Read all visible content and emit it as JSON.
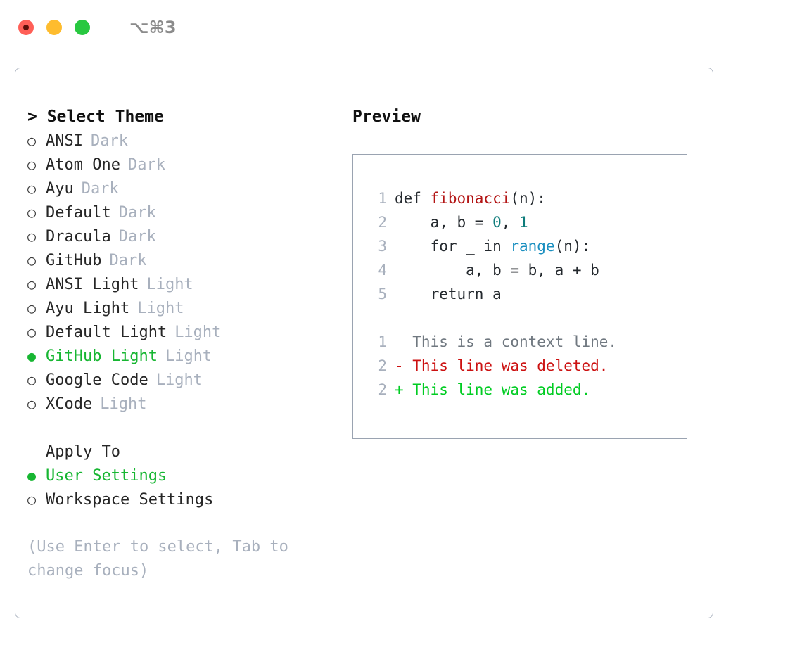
{
  "titlebar": {
    "shortcut": "⌥⌘3",
    "buttons": [
      {
        "name": "close",
        "color": "#ff5f57"
      },
      {
        "name": "minimize",
        "color": "#febc2e"
      },
      {
        "name": "zoom",
        "color": "#28c840"
      }
    ]
  },
  "theme_picker": {
    "header": "> Select Theme",
    "marker_off": "○",
    "marker_on": "●",
    "items": [
      {
        "label": "ANSI",
        "category": "Dark",
        "selected": false
      },
      {
        "label": "Atom One",
        "category": "Dark",
        "selected": false
      },
      {
        "label": "Ayu",
        "category": "Dark",
        "selected": false
      },
      {
        "label": "Default",
        "category": "Dark",
        "selected": false
      },
      {
        "label": "Dracula",
        "category": "Dark",
        "selected": false
      },
      {
        "label": "GitHub",
        "category": "Dark",
        "selected": false
      },
      {
        "label": "ANSI Light",
        "category": "Light",
        "selected": false
      },
      {
        "label": "Ayu Light",
        "category": "Light",
        "selected": false
      },
      {
        "label": "Default Light",
        "category": "Light",
        "selected": false
      },
      {
        "label": "GitHub Light",
        "category": "Light",
        "selected": true
      },
      {
        "label": "Google Code",
        "category": "Light",
        "selected": false
      },
      {
        "label": "XCode",
        "category": "Light",
        "selected": false
      }
    ]
  },
  "apply_to": {
    "header": "Apply To",
    "items": [
      {
        "label": "User Settings",
        "selected": true
      },
      {
        "label": "Workspace Settings",
        "selected": false
      }
    ]
  },
  "hint": "(Use Enter to select, Tab to change focus)",
  "preview": {
    "title": "Preview",
    "code_lines": [
      {
        "no": "1",
        "segments": [
          {
            "t": "def ",
            "c": "plain"
          },
          {
            "t": "fibonacci",
            "c": "fn"
          },
          {
            "t": "(n):",
            "c": "plain"
          }
        ]
      },
      {
        "no": "2",
        "segments": [
          {
            "t": "    a, b = ",
            "c": "plain"
          },
          {
            "t": "0",
            "c": "num"
          },
          {
            "t": ", ",
            "c": "plain"
          },
          {
            "t": "1",
            "c": "num"
          }
        ]
      },
      {
        "no": "3",
        "segments": [
          {
            "t": "    for _ in ",
            "c": "plain"
          },
          {
            "t": "range",
            "c": "bi"
          },
          {
            "t": "(n):",
            "c": "plain"
          }
        ]
      },
      {
        "no": "4",
        "segments": [
          {
            "t": "        a, b = b, a + b",
            "c": "plain"
          }
        ]
      },
      {
        "no": "5",
        "segments": [
          {
            "t": "    return a",
            "c": "plain"
          }
        ]
      }
    ],
    "diff_lines": [
      {
        "no": "1",
        "text": "  This is a context line.",
        "kind": "ctx"
      },
      {
        "no": "2",
        "text": "- This line was deleted.",
        "kind": "del"
      },
      {
        "no": "2",
        "text": "+ This line was added.",
        "kind": "add"
      }
    ]
  },
  "colors": {
    "selected_green": "#17b632",
    "category_gray": "#a8b0bd",
    "panel_border": "#aeb6c2",
    "preview_border": "#9aa3b1",
    "token_function": "#b31515",
    "token_number": "#0e7c7b",
    "token_builtin": "#1a8fc0",
    "diff_deleted": "#cc1111",
    "diff_added": "#00cc22"
  }
}
